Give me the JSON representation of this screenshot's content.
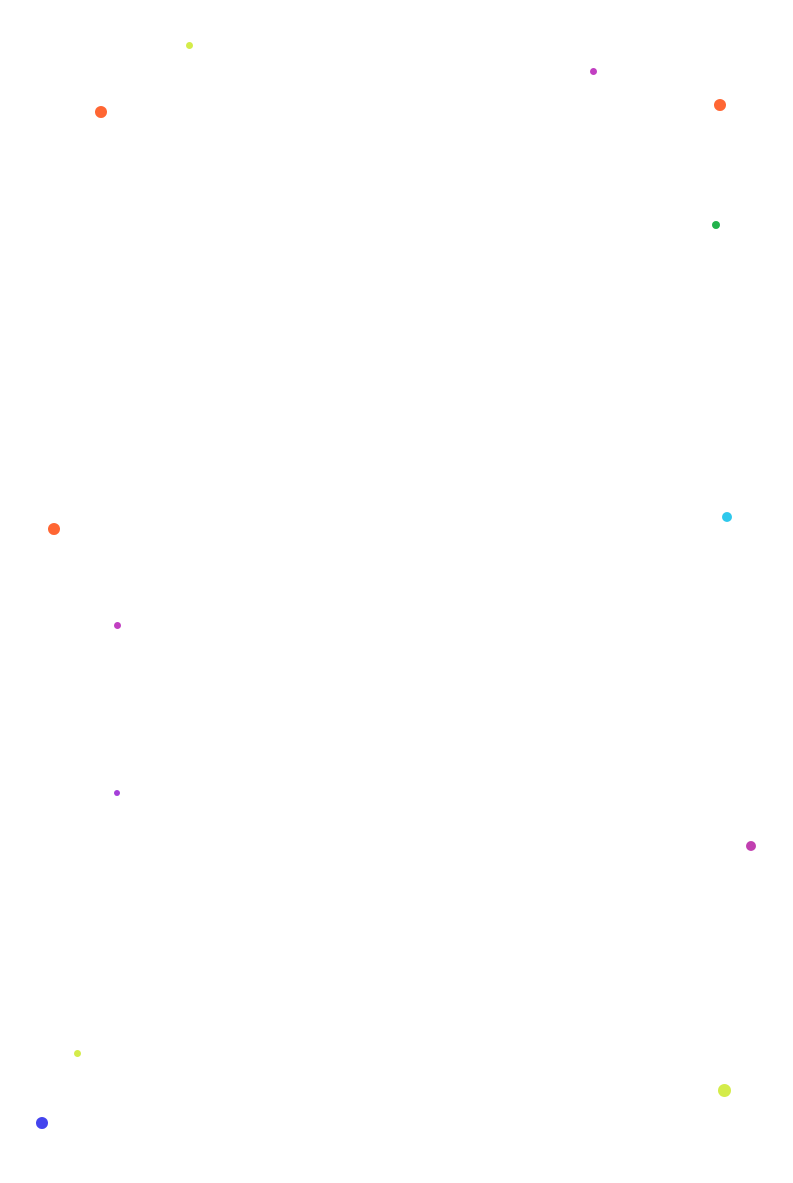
{
  "background_color": "#ffffff",
  "dots": [
    {
      "id": "d1",
      "color": "#d4ec4a"
    },
    {
      "id": "d2",
      "color": "#c13fc1"
    },
    {
      "id": "d3",
      "color": "#ff6633"
    },
    {
      "id": "d4",
      "color": "#ff6633"
    },
    {
      "id": "d5",
      "color": "#22b24c"
    },
    {
      "id": "d6",
      "color": "#2ec8ec"
    },
    {
      "id": "d7",
      "color": "#ff6633"
    },
    {
      "id": "d8",
      "color": "#c13fc1"
    },
    {
      "id": "d9",
      "color": "#a53fd9"
    },
    {
      "id": "d10",
      "color": "#c13fb0"
    },
    {
      "id": "d11",
      "color": "#d4ec4a"
    },
    {
      "id": "d12",
      "color": "#d4ec4a"
    },
    {
      "id": "d13",
      "color": "#4444ee"
    }
  ]
}
